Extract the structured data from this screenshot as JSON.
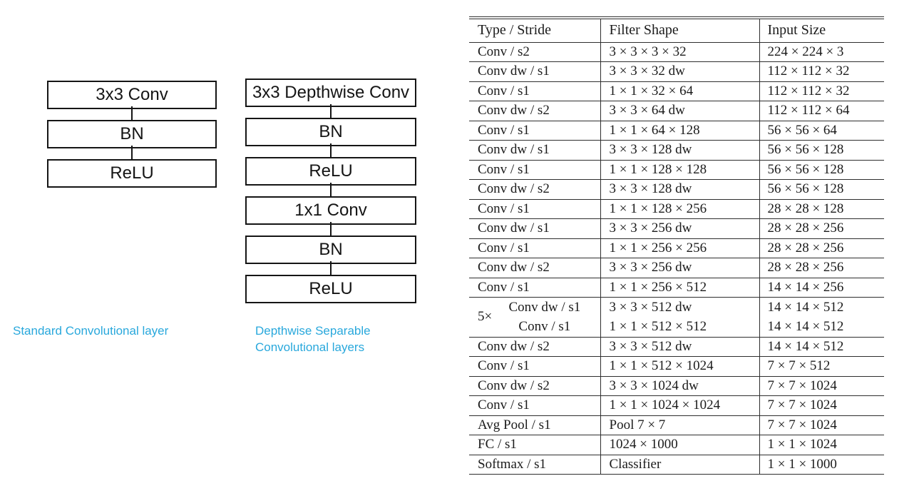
{
  "figure": {
    "caption_color": "#29a8dc",
    "standard_diagram": {
      "caption": "Standard Convolutional layer",
      "blocks": [
        "3x3 Conv",
        "BN",
        "ReLU"
      ]
    },
    "depthwise_diagram": {
      "caption_lines": [
        "Depthwise Separable",
        "Convolutional layers"
      ],
      "blocks": [
        "3x3 Depthwise Conv",
        "BN",
        "ReLU",
        "1x1 Conv",
        "BN",
        "ReLU"
      ]
    }
  },
  "table": {
    "headers": [
      "Type / Stride",
      "Filter Shape",
      "Input Size"
    ],
    "rows": [
      {
        "type": "Conv / s2",
        "filter": "3 × 3 × 3 × 32",
        "input": "224 × 224 × 3"
      },
      {
        "type": "Conv dw / s1",
        "filter": "3 × 3 × 32 dw",
        "input": "112 × 112 × 32"
      },
      {
        "type": "Conv / s1",
        "filter": "1 × 1 × 32 × 64",
        "input": "112 × 112 × 32"
      },
      {
        "type": "Conv dw / s2",
        "filter": "3 × 3 × 64 dw",
        "input": "112 × 112 × 64"
      },
      {
        "type": "Conv / s1",
        "filter": "1 × 1 × 64 × 128",
        "input": "56 × 56 × 64"
      },
      {
        "type": "Conv dw / s1",
        "filter": "3 × 3 × 128 dw",
        "input": "56 × 56 × 128"
      },
      {
        "type": "Conv / s1",
        "filter": "1 × 1 × 128 × 128",
        "input": "56 × 56 × 128"
      },
      {
        "type": "Conv dw / s2",
        "filter": "3 × 3 × 128 dw",
        "input": "56 × 56 × 128"
      },
      {
        "type": "Conv / s1",
        "filter": "1 × 1 × 128 × 256",
        "input": "28 × 28 × 128"
      },
      {
        "type": "Conv dw / s1",
        "filter": "3 × 3 × 256 dw",
        "input": "28 × 28 × 256"
      },
      {
        "type": "Conv / s1",
        "filter": "1 × 1 × 256 × 256",
        "input": "28 × 28 × 256"
      },
      {
        "type": "Conv dw / s2",
        "filter": "3 × 3 × 256 dw",
        "input": "28 × 28 × 256"
      },
      {
        "type": "Conv / s1",
        "filter": "1 × 1 × 256 × 512",
        "input": "14 × 14 × 256"
      },
      {
        "group_label": "5×",
        "lines": [
          {
            "type": "Conv dw / s1",
            "filter": "3 × 3 × 512 dw",
            "input": "14 × 14 × 512"
          },
          {
            "type": "Conv / s1",
            "filter": "1 × 1 × 512 × 512",
            "input": "14 × 14 × 512"
          }
        ]
      },
      {
        "type": "Conv dw / s2",
        "filter": "3 × 3 × 512 dw",
        "input": "14 × 14 × 512"
      },
      {
        "type": "Conv / s1",
        "filter": "1 × 1 × 512 × 1024",
        "input": "7 × 7 × 512"
      },
      {
        "type": "Conv dw / s2",
        "filter": "3 × 3 × 1024 dw",
        "input": "7 × 7 × 1024"
      },
      {
        "type": "Conv / s1",
        "filter": "1 × 1 × 1024 × 1024",
        "input": "7 × 7 × 1024"
      },
      {
        "type": "Avg Pool / s1",
        "filter": "Pool 7 × 7",
        "input": "7 × 7 × 1024"
      },
      {
        "type": "FC / s1",
        "filter": "1024 × 1000",
        "input": "1 × 1 × 1024"
      },
      {
        "type": "Softmax / s1",
        "filter": "Classifier",
        "input": "1 × 1 × 1000"
      }
    ]
  }
}
